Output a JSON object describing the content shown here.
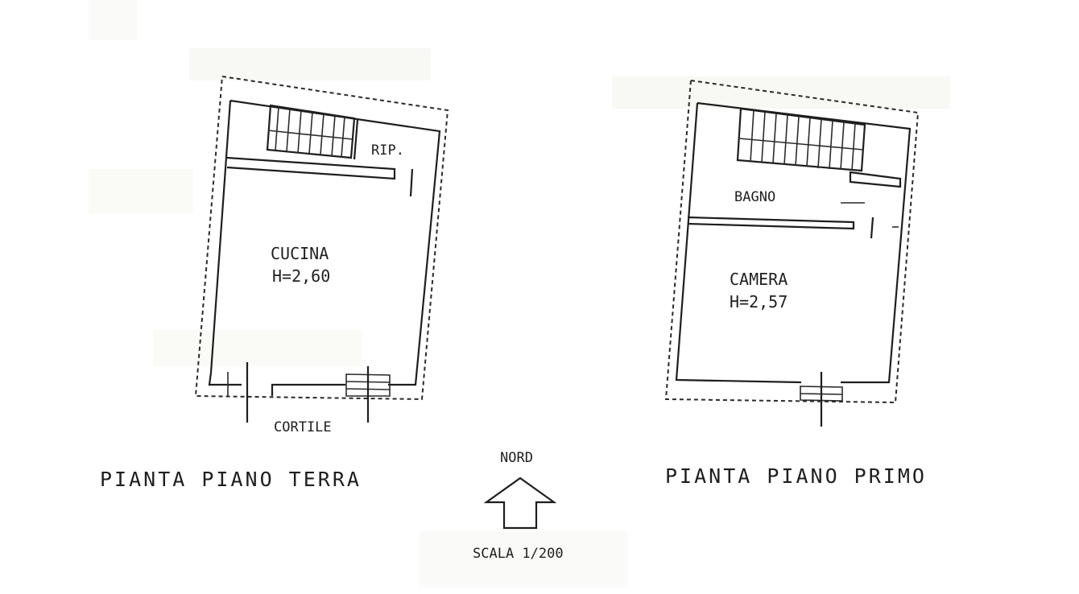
{
  "ground_floor": {
    "title": "PIANTA PIANO TERRA",
    "rooms": {
      "storage": "RIP.",
      "kitchen": "CUCINA",
      "kitchen_height": "H=2,60"
    },
    "courtyard": "CORTILE"
  },
  "first_floor": {
    "title": "PIANTA PIANO PRIMO",
    "rooms": {
      "bathroom": "BAGNO",
      "bedroom": "CAMERA",
      "bedroom_height": "H=2,57"
    }
  },
  "north_label": "NORD",
  "scale_label": "SCALA 1/200"
}
